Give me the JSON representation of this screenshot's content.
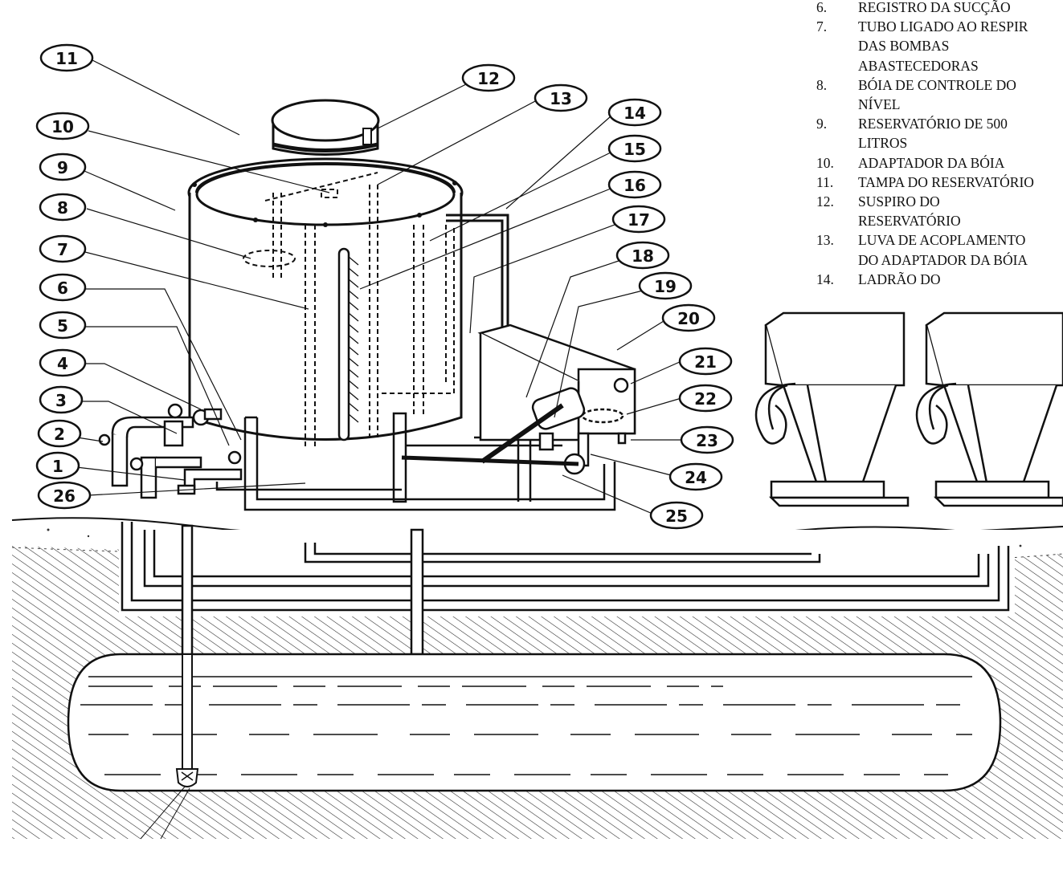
{
  "legend": {
    "items": [
      {
        "num": "6.",
        "text": "REGISTRO DA SUCÇÃO"
      },
      {
        "num": "7.",
        "text": "TUBO  LIGADO AO RESPIR\nDAS BOMBAS\nABASTECEDORAS"
      },
      {
        "num": "8.",
        "text": "BÓIA DE CONTROLE DO\nNÍVEL"
      },
      {
        "num": "9.",
        "text": "RESERVATÓRIO DE 500\nLITROS"
      },
      {
        "num": "10.",
        "text": "ADAPTADOR DA BÓIA"
      },
      {
        "num": "11.",
        "text": "TAMPA DO RESERVATÓRIO"
      },
      {
        "num": "12.",
        "text": "SUSPIRO DO\nRESERVATÓRIO"
      },
      {
        "num": "13.",
        "text": "LUVA DE ACOPLAMENTO\nDO ADAPTADOR DA BÓIA"
      },
      {
        "num": "14.",
        "text": "LADRÃO DO"
      }
    ]
  },
  "callouts": [
    "1",
    "2",
    "3",
    "4",
    "5",
    "6",
    "7",
    "8",
    "9",
    "10",
    "11",
    "12",
    "13",
    "14",
    "15",
    "16",
    "17",
    "18",
    "19",
    "20",
    "21",
    "22",
    "23",
    "24",
    "25",
    "26"
  ]
}
